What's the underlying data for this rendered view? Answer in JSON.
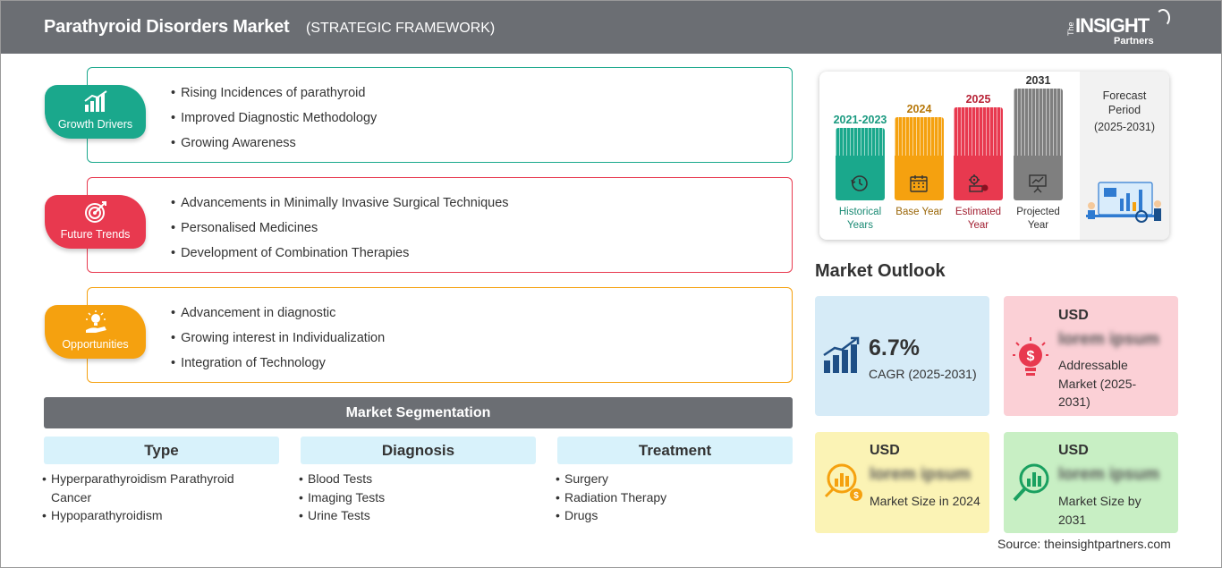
{
  "header": {
    "title": "Parathyroid Disorders Market",
    "subtitle": "(STRATEGIC FRAMEWORK)",
    "logo": {
      "the": "The",
      "main": "INSIGHT",
      "partners": "Partners"
    }
  },
  "framework": [
    {
      "label": "Growth Drivers",
      "color": "#1aa88c",
      "icon": "growth-chart-icon",
      "items": [
        "Rising Incidences of parathyroid",
        "Improved Diagnostic Methodology",
        "Growing Awareness"
      ]
    },
    {
      "label": "Future Trends",
      "color": "#e8394f",
      "icon": "target-icon",
      "items": [
        "Advancements in Minimally Invasive Surgical Techniques",
        "Personalised Medicines",
        "Development of Combination Therapies"
      ]
    },
    {
      "label": "Opportunities",
      "color": "#f5a10f",
      "icon": "lightbulb-hand-icon",
      "items": [
        "Advancement in diagnostic",
        "Growing interest in Individualization",
        "Integration of Technology"
      ]
    }
  ],
  "segmentation": {
    "title": "Market Segmentation",
    "columns": [
      {
        "head": "Type",
        "items": [
          "Hyperparathyroidism Parathyroid Cancer",
          "Hypoparathyroidism"
        ]
      },
      {
        "head": "Diagnosis",
        "items": [
          "Blood Tests",
          "Imaging Tests",
          "Urine Tests"
        ]
      },
      {
        "head": "Treatment",
        "items": [
          "Surgery",
          "Radiation Therapy",
          "Drugs"
        ]
      }
    ]
  },
  "timeline": {
    "bars": [
      {
        "year": "2021-2023",
        "label": "Historical Years",
        "color": "#1aa88c",
        "year_color": "#1a9a80",
        "label_color": "#1a8a74",
        "icon": "history-clock-icon"
      },
      {
        "year": "2024",
        "label": "Base Year",
        "color": "#f5a10f",
        "year_color": "#b7780a",
        "label_color": "#9a6608",
        "icon": "calendar-icon"
      },
      {
        "year": "2025",
        "label": "Estimated Year",
        "color": "#e8394f",
        "year_color": "#b82236",
        "label_color": "#a11e30",
        "icon": "gears-icon"
      },
      {
        "year": "2031",
        "label": "Projected Year",
        "color": "#7f7f7f",
        "year_color": "#333333",
        "label_color": "#333333",
        "icon": "presentation-icon"
      }
    ],
    "forecast": {
      "title": "Forecast Period",
      "range": "(2025-2031)"
    }
  },
  "outlook": {
    "title": "Market Outlook",
    "cagr": {
      "value": "6.7%",
      "label": "CAGR (2025-2031)",
      "color": "#d6ebf7",
      "icon": "bar-growth-icon"
    },
    "addressable": {
      "usd": "USD",
      "value": "lorem ipsum",
      "label": "Addressable Market (2025-2031)",
      "color": "#fbd0d6",
      "icon": "dollar-bulb-icon"
    },
    "size2024": {
      "usd": "USD",
      "value": "lorem ipsum",
      "label": "Market Size in 2024",
      "color": "#fbf3b5",
      "icon": "coins-chart-icon"
    },
    "size2031": {
      "usd": "USD",
      "value": "lorem ipsum",
      "label": "Market Size by 2031",
      "color": "#c8efc4",
      "icon": "magnifier-bars-icon"
    }
  },
  "source": "Source: theinsightpartners.com"
}
